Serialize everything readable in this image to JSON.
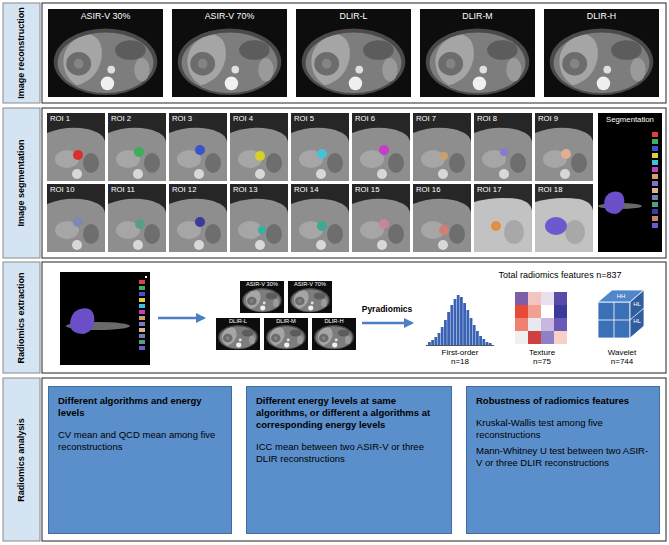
{
  "diagram": {
    "nodes": [
      {
        "text": [
          "Image reconstruction"
        ]
      },
      {
        "text": [
          "ASIR-V 30%"
        ],
        "in": 0
      },
      {
        "text": [
          "ASIR-V 70%"
        ],
        "in": 0
      },
      {
        "text": [
          "DLIR-L"
        ],
        "in": 0
      },
      {
        "text": [
          "DLIR-M"
        ],
        "in": 0
      },
      {
        "text": [
          "DLIR-H"
        ],
        "in": 0
      },
      {
        "text": [
          "Image segmentation"
        ]
      },
      {
        "text": [
          "ROI 1"
        ],
        "in": 6
      },
      {
        "text": [
          "ROI 2"
        ],
        "in": 6
      },
      {
        "text": [
          "ROI 3"
        ],
        "in": 6
      },
      {
        "text": [
          "ROI 4"
        ],
        "in": 6
      },
      {
        "text": [
          "ROI 5"
        ],
        "in": 6
      },
      {
        "text": [
          "ROI 6"
        ],
        "in": 6
      },
      {
        "text": [
          "ROI 7"
        ],
        "in": 6
      },
      {
        "text": [
          "ROI 8"
        ],
        "in": 6
      },
      {
        "text": [
          "ROI 9"
        ],
        "in": 6
      },
      {
        "text": [
          "ROI 10"
        ],
        "in": 6
      },
      {
        "text": [
          "ROI 11"
        ],
        "in": 6
      },
      {
        "text": [
          "ROI 12"
        ],
        "in": 6
      },
      {
        "text": [
          "ROI 13"
        ],
        "in": 6
      },
      {
        "text": [
          "ROI 14"
        ],
        "in": 6
      },
      {
        "text": [
          "ROI 15"
        ],
        "in": 6
      },
      {
        "text": [
          "ROI 16"
        ],
        "in": 6
      },
      {
        "text": [
          "ROI 17"
        ],
        "in": 6
      },
      {
        "text": [
          "ROI 18"
        ],
        "in": 6
      },
      {
        "text": [
          "Segmentation"
        ],
        "in": 6
      },
      {
        "text": [
          "Radiomics extraction"
        ]
      },
      {
        "text": [
          "ASIR-V 30%"
        ],
        "in": 26
      },
      {
        "text": [
          "ASIR-V 70%"
        ],
        "in": 26
      },
      {
        "text": [
          "DLIR-L"
        ],
        "in": 26
      },
      {
        "text": [
          "DLIR-M"
        ],
        "in": 26
      },
      {
        "text": [
          "DLIR-H"
        ],
        "in": 26
      },
      {
        "text": [
          "Radiomics analysis"
        ]
      },
      {
        "text": [
          "Different algorithms and energy levels",
          "CV mean and QCD mean among five reconstructions"
        ],
        "in": 32
      },
      {
        "text": [
          "Different energy levels at same algorithms, or different a algorithms at corresponding energy levels",
          "ICC mean between two ASIR-V or three DLIR reconstructions"
        ],
        "in": 32
      },
      {
        "text": [
          "Robustness of radiomics features",
          "Kruskal-Wallis test among five reconstructions",
          "Mann-Whitney U test between two ASIR-V or three DLIR reconstructions"
        ],
        "in": 32
      }
    ],
    "labels": [
      "Pyradiomics",
      "Total radiomics features n=837",
      "First-order n=18",
      "Texture n=75",
      "Wavelet n=744",
      "HH",
      "HL",
      "HL"
    ]
  }
}
